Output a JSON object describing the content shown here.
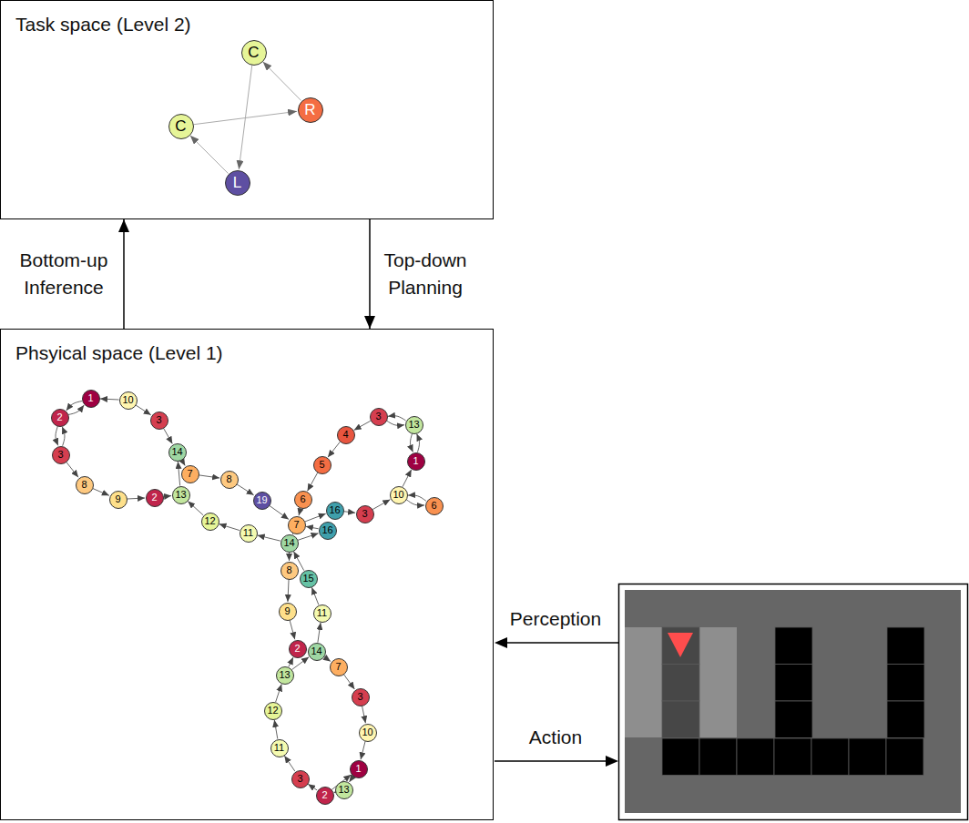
{
  "diagram": {
    "nodes": [
      {
        "text": [
          "Task space (Level 2)"
        ]
      },
      {
        "text": [
          "C"
        ],
        "in": 0
      },
      {
        "text": [
          "R"
        ],
        "in": 0
      },
      {
        "text": [
          "C"
        ],
        "in": 0
      },
      {
        "text": [
          "L"
        ],
        "in": 0
      },
      {
        "text": [
          "Phsyical space (Level 1)"
        ]
      },
      {
        "text": [
          "1"
        ],
        "in": 5
      },
      {
        "text": [
          "10"
        ],
        "in": 5
      },
      {
        "text": [
          "3"
        ],
        "in": 5
      },
      {
        "text": [
          "14"
        ],
        "in": 5
      },
      {
        "text": [
          "7"
        ],
        "in": 5
      },
      {
        "text": [
          "8"
        ],
        "in": 5
      },
      {
        "text": [
          "19"
        ],
        "in": 5
      },
      {
        "text": [
          "2"
        ],
        "in": 5
      },
      {
        "text": [
          "3"
        ],
        "in": 5
      },
      {
        "text": [
          "8"
        ],
        "in": 5
      },
      {
        "text": [
          "9"
        ],
        "in": 5
      },
      {
        "text": [
          "2"
        ],
        "in": 5
      },
      {
        "text": [
          "13"
        ],
        "in": 5
      },
      {
        "text": [
          "12"
        ],
        "in": 5
      },
      {
        "text": [
          "11"
        ],
        "in": 5
      },
      {
        "text": [
          "6"
        ],
        "in": 5
      },
      {
        "text": [
          "7"
        ],
        "in": 5
      },
      {
        "text": [
          "16"
        ],
        "in": 5
      },
      {
        "text": [
          "16"
        ],
        "in": 5
      },
      {
        "text": [
          "14"
        ],
        "in": 5
      },
      {
        "text": [
          "3"
        ],
        "in": 5
      },
      {
        "text": [
          "3"
        ],
        "in": 5
      },
      {
        "text": [
          "13"
        ],
        "in": 5
      },
      {
        "text": [
          "4"
        ],
        "in": 5
      },
      {
        "text": [
          "5"
        ],
        "in": 5
      },
      {
        "text": [
          "1"
        ],
        "in": 5
      },
      {
        "text": [
          "10"
        ],
        "in": 5
      },
      {
        "text": [
          "6"
        ],
        "in": 5
      },
      {
        "text": [
          "8"
        ],
        "in": 5
      },
      {
        "text": [
          "15"
        ],
        "in": 5
      },
      {
        "text": [
          "9"
        ],
        "in": 5
      },
      {
        "text": [
          "11"
        ],
        "in": 5
      },
      {
        "text": [
          "2"
        ],
        "in": 5
      },
      {
        "text": [
          "14"
        ],
        "in": 5
      },
      {
        "text": [
          "13"
        ],
        "in": 5
      },
      {
        "text": [
          "7"
        ],
        "in": 5
      },
      {
        "text": [
          "12"
        ],
        "in": 5
      },
      {
        "text": [
          "3"
        ],
        "in": 5
      },
      {
        "text": [
          "10"
        ],
        "in": 5
      },
      {
        "text": [
          "11"
        ],
        "in": 5
      },
      {
        "text": [
          "1"
        ],
        "in": 5
      },
      {
        "text": [
          "3"
        ],
        "in": 5
      },
      {
        "text": [
          "2"
        ],
        "in": 5
      },
      {
        "text": [
          "13"
        ],
        "in": 5
      }
    ],
    "edges": [
      {
        "from": 5,
        "to": 0,
        "arrow": "to",
        "label": "Bottom-up Inference"
      },
      {
        "from": 0,
        "to": 5,
        "arrow": "to",
        "label": "Top-down Planning"
      },
      {
        "from": 3,
        "to": 2,
        "arrow": "to"
      },
      {
        "from": 2,
        "to": 1,
        "arrow": "to"
      },
      {
        "from": 1,
        "to": 4,
        "arrow": "to"
      },
      {
        "from": 4,
        "to": 3,
        "arrow": "to"
      },
      {
        "from": 7,
        "to": 6,
        "arrow": "to"
      },
      {
        "from": 6,
        "to": 13,
        "arrow": "to"
      },
      {
        "from": 13,
        "to": 6,
        "arrow": "to"
      },
      {
        "from": 13,
        "to": 14,
        "arrow": "to"
      },
      {
        "from": 14,
        "to": 13,
        "arrow": "to"
      },
      {
        "from": 14,
        "to": 15,
        "arrow": "to"
      },
      {
        "from": 15,
        "to": 16,
        "arrow": "to"
      },
      {
        "from": 16,
        "to": 17,
        "arrow": "to"
      },
      {
        "from": 17,
        "to": 18,
        "arrow": "to"
      },
      {
        "from": 7,
        "to": 8,
        "arrow": "to"
      },
      {
        "from": 8,
        "to": 9,
        "arrow": "to"
      },
      {
        "from": 18,
        "to": 9,
        "arrow": "to"
      },
      {
        "from": 9,
        "to": 10,
        "arrow": "to"
      },
      {
        "from": 10,
        "to": 11,
        "arrow": "to"
      },
      {
        "from": 11,
        "to": 12,
        "arrow": "to"
      },
      {
        "from": 12,
        "to": 22,
        "arrow": "to"
      },
      {
        "from": 25,
        "to": 20,
        "arrow": "to"
      },
      {
        "from": 20,
        "to": 19,
        "arrow": "to"
      },
      {
        "from": 19,
        "to": 18,
        "arrow": "to"
      },
      {
        "from": 22,
        "to": 23,
        "arrow": "to"
      },
      {
        "from": 23,
        "to": 26,
        "arrow": "to"
      },
      {
        "from": 26,
        "to": 32,
        "arrow": "to"
      },
      {
        "from": 32,
        "to": 33,
        "arrow": "to"
      },
      {
        "from": 33,
        "to": 32,
        "arrow": "to"
      },
      {
        "from": 32,
        "to": 31,
        "arrow": "to"
      },
      {
        "from": 31,
        "to": 28,
        "arrow": "to"
      },
      {
        "from": 28,
        "to": 31,
        "arrow": "to"
      },
      {
        "from": 28,
        "to": 27,
        "arrow": "to"
      },
      {
        "from": 27,
        "to": 28,
        "arrow": "to"
      },
      {
        "from": 27,
        "to": 29,
        "arrow": "to"
      },
      {
        "from": 29,
        "to": 30,
        "arrow": "to"
      },
      {
        "from": 30,
        "to": 21,
        "arrow": "to"
      },
      {
        "from": 21,
        "to": 22,
        "arrow": "to"
      },
      {
        "from": 22,
        "to": 25,
        "arrow": "to"
      },
      {
        "from": 25,
        "to": 24,
        "arrow": "to"
      },
      {
        "from": 24,
        "to": 22,
        "arrow": "to"
      },
      {
        "from": 25,
        "to": 34,
        "arrow": "to"
      },
      {
        "from": 34,
        "to": 36,
        "arrow": "to"
      },
      {
        "from": 36,
        "to": 38,
        "arrow": "to"
      },
      {
        "from": 38,
        "to": 39,
        "arrow": "to"
      },
      {
        "from": 39,
        "to": 41,
        "arrow": "to"
      },
      {
        "from": 41,
        "to": 43,
        "arrow": "to"
      },
      {
        "from": 43,
        "to": 44,
        "arrow": "to"
      },
      {
        "from": 44,
        "to": 46,
        "arrow": "to"
      },
      {
        "from": 46,
        "to": 49,
        "arrow": "to"
      },
      {
        "from": 49,
        "to": 48,
        "arrow": "to"
      },
      {
        "from": 48,
        "to": 47,
        "arrow": "to"
      },
      {
        "from": 47,
        "to": 45,
        "arrow": "to"
      },
      {
        "from": 45,
        "to": 42,
        "arrow": "to"
      },
      {
        "from": 42,
        "to": 40,
        "arrow": "to"
      },
      {
        "from": 40,
        "to": 38,
        "arrow": "to"
      },
      {
        "from": 40,
        "to": 39,
        "arrow": "to"
      },
      {
        "from": 39,
        "to": 37,
        "arrow": "to"
      },
      {
        "from": 37,
        "to": 35,
        "arrow": "to"
      },
      {
        "from": 35,
        "to": 25,
        "arrow": "to"
      },
      {
        "from": 48,
        "to": 46,
        "arrow": "to"
      }
    ],
    "labels": [
      "Perception",
      "Action"
    ]
  }
}
